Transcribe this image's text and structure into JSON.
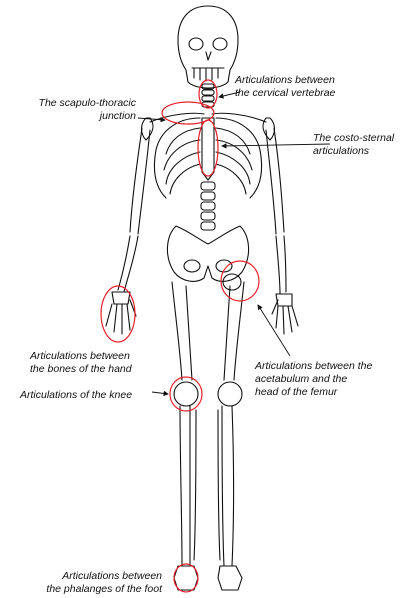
{
  "colors": {
    "line": "#111111",
    "highlight": "#e8202a",
    "background": "#ffffff"
  },
  "labels": {
    "cervical": [
      "Articulations between",
      "the cervical vertebrae"
    ],
    "scapulo": [
      "The scapulo-thoracic",
      "junction"
    ],
    "costo": [
      "The costo-sternal",
      "articulations"
    ],
    "hand": [
      "Articulations between",
      "the bones of the hand"
    ],
    "acetabulum": [
      "Articulations between the",
      "acetabulum and the",
      "head of the femur"
    ],
    "knee": [
      "Articulations of the knee"
    ],
    "foot": [
      "Articulations between",
      "the phalanges of the foot"
    ]
  }
}
